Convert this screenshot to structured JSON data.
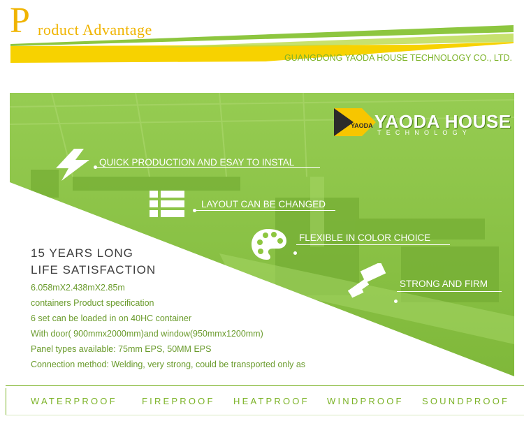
{
  "header": {
    "title_initial": "P",
    "title_rest": "roduct Advantage",
    "company": "GUANGDONG YAODA HOUSE TECHNOLOGY CO., LTD."
  },
  "logo": {
    "mark_text": "YAODA",
    "name": "YAODA HOUSE",
    "subtitle": "TECHNOLOGY"
  },
  "features": [
    {
      "label": "QUICK PRODUCTION AND ESAY TO INSTAL",
      "icon": "lightning-icon"
    },
    {
      "label": "LAYOUT CAN BE CHANGED",
      "icon": "layout-grid-icon"
    },
    {
      "label": "FLEXIBLE IN COLOR CHOICE",
      "icon": "palette-icon"
    },
    {
      "label": "STRONG AND FIRM",
      "icon": "hammer-icon"
    }
  ],
  "info": {
    "heading_line1": "15 YEARS LONG",
    "heading_line2": "LIFE SATISFACTION",
    "specs": [
      "6.058mX2.438mX2.85m",
      "containers Product specification",
      "6 set can be loaded in on 40HC container",
      "With door( 900mmx2000mm)and window(950mmx1200mm)",
      "Panel types available: 75mm EPS, 50MM EPS",
      "Connection method: Welding, very strong, could be transported only as"
    ]
  },
  "footer": {
    "keywords": [
      "WATERPROOF",
      "FIREPROOF",
      "HEATPROOF",
      "WINDPROOF",
      "SOUNDPROOF"
    ]
  },
  "colors": {
    "accent_yellow": "#f0b400",
    "accent_green": "#7cb328",
    "banner_green": "#8dc63f"
  }
}
